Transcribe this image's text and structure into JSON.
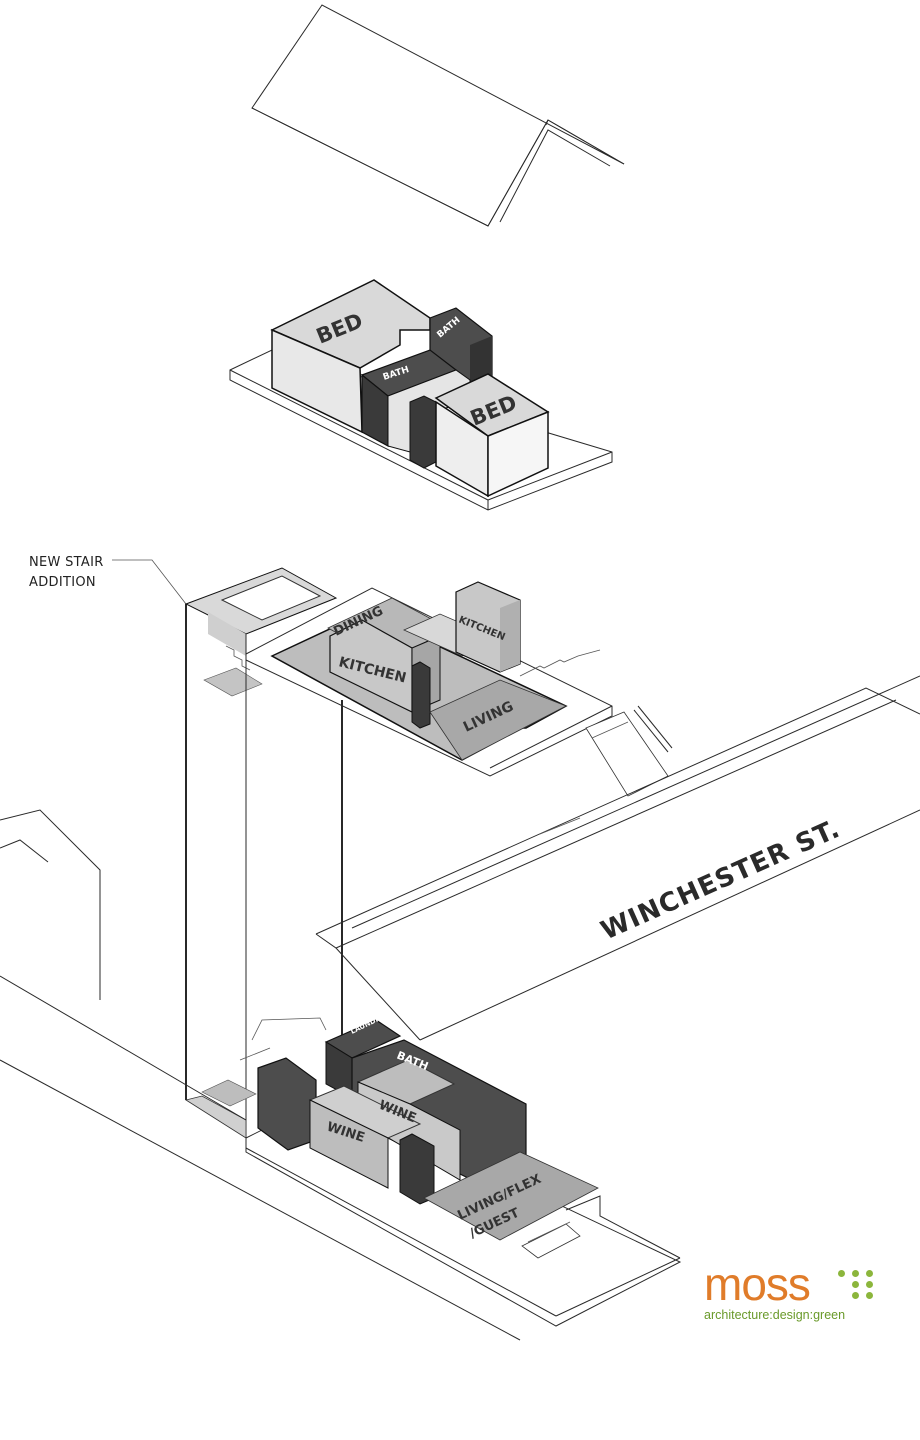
{
  "callout": {
    "line1": "NEW STAIR",
    "line2": "ADDITION"
  },
  "upper_floor": {
    "bed_1": "BED",
    "bed_2": "BED",
    "bath_1": "BATH",
    "bath_2": "BATH"
  },
  "main_floor": {
    "dining": "DINING",
    "kitchen_main": "KITCHEN",
    "kitchen_small": "KITCHEN",
    "living": "LIVING"
  },
  "lower_floor": {
    "laundry": "LAUNDRY",
    "bath": "BATH",
    "wine_1": "WINE",
    "wine_2": "WINE",
    "living_flex_1": "LIVING/FLEX",
    "living_flex_2": "/GUEST"
  },
  "street": {
    "name": "WINCHESTER ST."
  },
  "logo": {
    "word": "moss",
    "tagline": "architecture:design:green"
  },
  "colors": {
    "dark_fill": "#4d4d4d",
    "mid_fill": "#bdbdbd",
    "light_fill": "#e2e2e2",
    "logo_orange": "#e07c2a",
    "logo_green": "#8cb63c"
  }
}
